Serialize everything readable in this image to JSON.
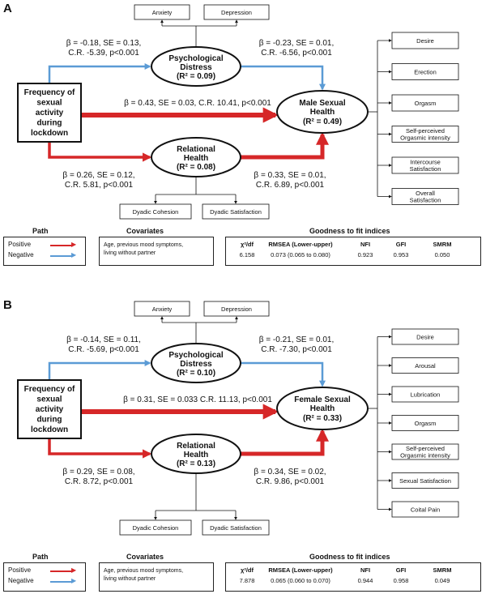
{
  "panels": [
    {
      "label": "A",
      "outcome_title": "Male Sexual\nHealth",
      "outcome_r2": "(R² = 0.49)",
      "exposure": "Frequency of\nsexual\nactivity\nduring\nlockdown",
      "mediator1_title": "Psychological\nDistress",
      "mediator1_r2": "(R² = 0.09)",
      "mediator2_title": "Relational\nHealth",
      "mediator2_r2": "(R² = 0.08)",
      "m1_indicators": [
        "Anxiety",
        "Depression"
      ],
      "m2_indicators": [
        "Dyadic Cohesion",
        "Dyadic Satisfaction"
      ],
      "outcome_indicators": [
        "Desire",
        "Erection",
        "Orgasm",
        "Self-perceived\nOrgasmic intensity",
        "Intercourse\nSatisfaction",
        "Overall\nSatisfaction"
      ],
      "path_exp_m1": [
        "β = -0.18, SE = 0.13,",
        "C.R. -5.39, p<0.001"
      ],
      "path_m1_out": [
        "β = -0.23, SE = 0.01,",
        "C.R. -6.56, p<0.001"
      ],
      "path_direct": "β = 0.43, SE = 0.03, C.R. 10.41, p<0.001",
      "path_exp_m2": [
        "β = 0.26, SE = 0.12,",
        "C.R. 5.81, p<0.001"
      ],
      "path_m2_out": [
        "β = 0.33, SE = 0.01,",
        "C.R. 6.89, p<0.001"
      ],
      "fit_values": [
        "6.158",
        "0.073 (0.065 to 0.080)",
        "0.923",
        "0.953",
        "0.050"
      ]
    },
    {
      "label": "B",
      "outcome_title": "Female Sexual\nHealth",
      "outcome_r2": "(R² = 0.33)",
      "exposure": "Frequency of\nsexual\nactivity\nduring\nlockdown",
      "mediator1_title": "Psychological\nDistress",
      "mediator1_r2": "(R² = 0.10)",
      "mediator2_title": "Relational\nHealth",
      "mediator2_r2": "(R² = 0.13)",
      "m1_indicators": [
        "Anxiety",
        "Depression"
      ],
      "m2_indicators": [
        "Dyadic Cohesion",
        "Dyadic Satisfaction"
      ],
      "outcome_indicators": [
        "Desire",
        "Arousal",
        "Lubrication",
        "Orgasm",
        "Self-perceived\nOrgasmic intensity",
        "Sexual Satisfaction",
        "Coital Pain"
      ],
      "path_exp_m1": [
        "β = -0.14, SE = 0.11,",
        "C.R. -5.69, p<0.001"
      ],
      "path_m1_out": [
        "β = -0.21, SE = 0.01,",
        "C.R. -7.30, p<0.001"
      ],
      "path_direct": "β = 0.31, SE = 0.033 C.R. 11.13, p<0.001",
      "path_exp_m2": [
        "β = 0.29, SE = 0.08,",
        "C.R. 8.72, p<0.001"
      ],
      "path_m2_out": [
        "β = 0.34, SE = 0.02,",
        "C.R. 9.86, p<0.001"
      ],
      "fit_values": [
        "7.878",
        "0.065 (0.060 to 0.070)",
        "0.944",
        "0.958",
        "0.049"
      ]
    }
  ],
  "legend": {
    "path_title": "Path",
    "positive": "Positive",
    "negative": "Negative",
    "covariates_title": "Covariates",
    "covariates_text": "Age, previous mood symptoms,\nliving without partner",
    "fit_title": "Goodness to fit indices",
    "fit_headers": [
      "χ²/df",
      "RMSEA (Lower-upper)",
      "NFI",
      "GFI",
      "SMRM"
    ]
  },
  "colors": {
    "positive": "#d62728",
    "negative": "#5b9bd5",
    "ink": "#111111"
  }
}
